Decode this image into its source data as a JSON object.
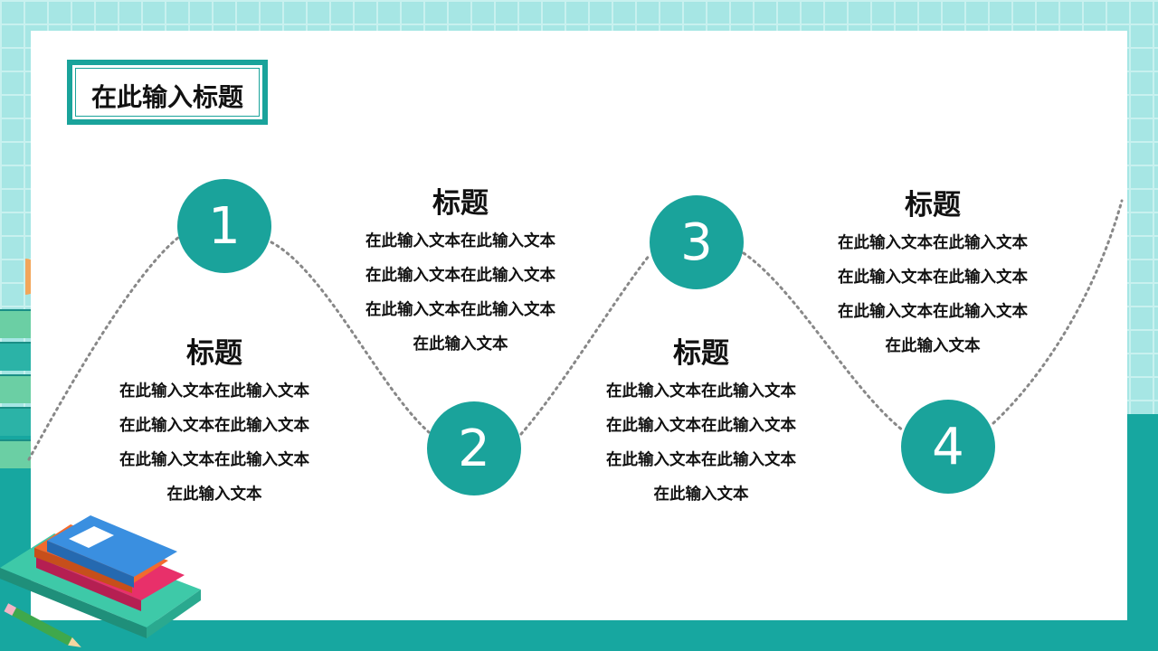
{
  "slide": {
    "title": "在此输入标题",
    "steps": [
      {
        "number": "1",
        "heading": "标题",
        "lines": [
          "在此输入文本在此输入文本",
          "在此输入文本在此输入文本",
          "在此输入文本在此输入文本",
          "在此输入文本"
        ]
      },
      {
        "number": "2",
        "heading": "标题",
        "lines": [
          "在此输入文本在此输入文本",
          "在此输入文本在此输入文本",
          "在此输入文本在此输入文本",
          "在此输入文本"
        ]
      },
      {
        "number": "3",
        "heading": "标题",
        "lines": [
          "在此输入文本在此输入文本",
          "在此输入文本在此输入文本",
          "在此输入文本在此输入文本",
          "在此输入文本"
        ]
      },
      {
        "number": "4",
        "heading": "标题",
        "lines": [
          "在此输入文本在此输入文本",
          "在此输入文本在此输入文本",
          "在此输入文本在此输入文本",
          "在此输入文本"
        ]
      }
    ]
  },
  "colors": {
    "accent": "#1aa39b",
    "background_grid": "#a6e6e4",
    "bottom_band": "#17a7a0"
  },
  "decorations": {
    "illustration": "books-stack-with-pencil-icon"
  }
}
